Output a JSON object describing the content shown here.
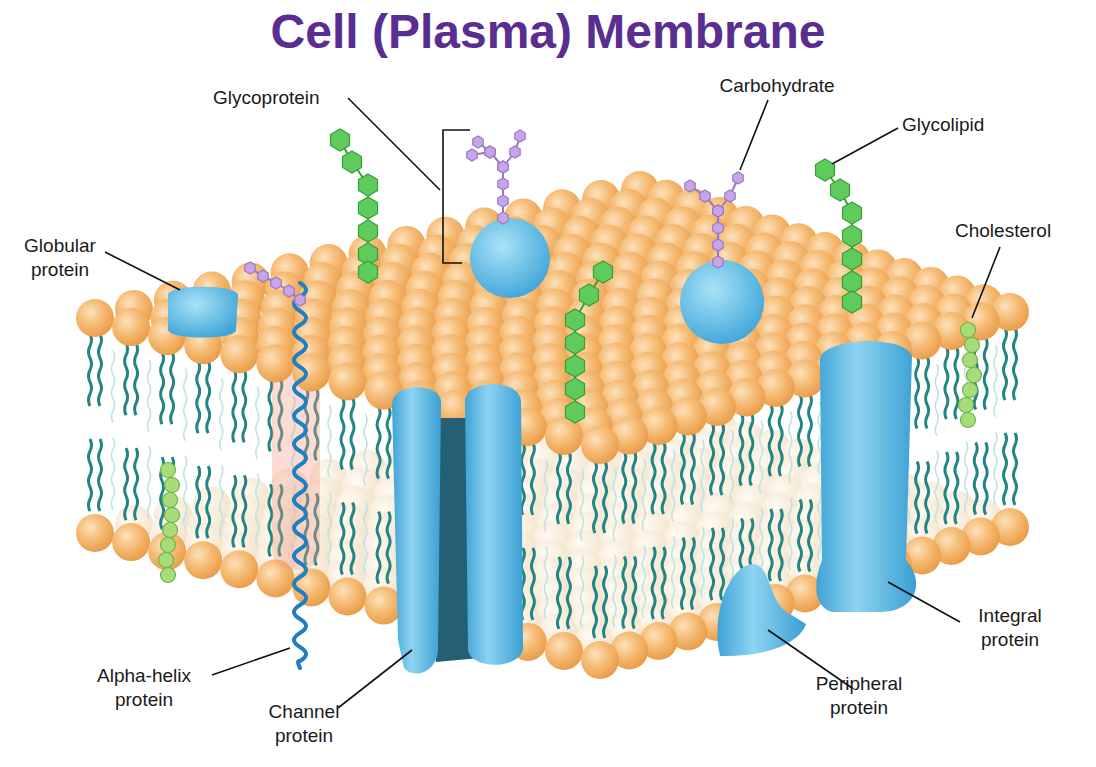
{
  "diagram": {
    "title": "Cell (Plasma) Membrane",
    "labels": [
      "Glycoprotein",
      "Carbohydrate",
      "Glycolipid",
      "Globular protein",
      "Cholesterol",
      "Alpha-helix protein",
      "Channel protein",
      "Peripheral protein",
      "Integral protein"
    ]
  }
}
